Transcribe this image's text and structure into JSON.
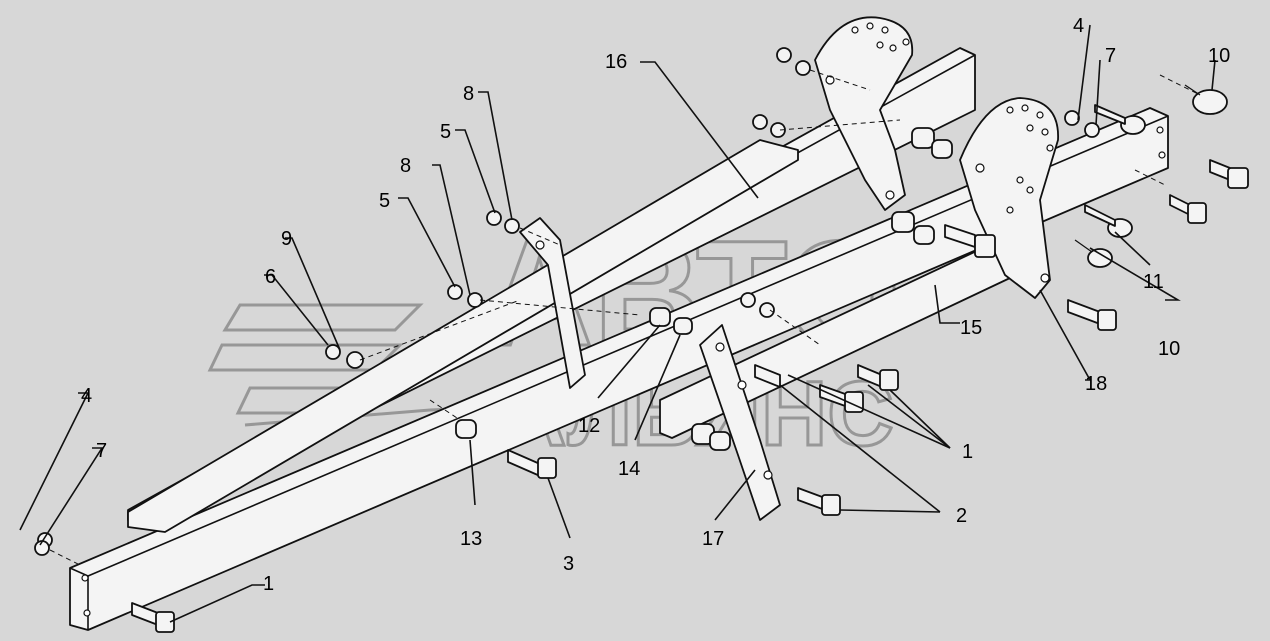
{
  "watermark": {
    "line1": "АВТО",
    "line2": "АЛЬЯНС"
  },
  "callouts": [
    "1",
    "1",
    "2",
    "3",
    "4",
    "4",
    "5",
    "5",
    "6",
    "7",
    "7",
    "8",
    "8",
    "9",
    "10",
    "10",
    "11",
    "12",
    "13",
    "14",
    "15",
    "16",
    "17",
    "18"
  ]
}
